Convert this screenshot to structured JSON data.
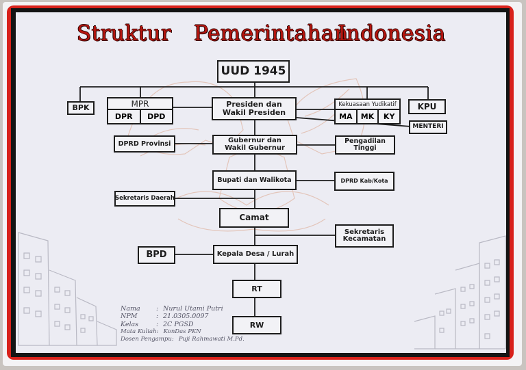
{
  "title": {
    "word1": "Struktur",
    "word2": "Pemerintahan",
    "word3": "Indonesia"
  },
  "nodes": {
    "uud": "UUD 1945",
    "bpk": "BPK",
    "mpr": "MPR",
    "dpr": "DPR",
    "dpd": "DPD",
    "presiden_line1": "Presiden dan",
    "presiden_line2": "Wakil Presiden",
    "kekuasaan": "Kekuasaan Yudikatif",
    "ma": "MA",
    "mk": "MK",
    "ky": "KY",
    "kpu": "KPU",
    "menteri": "MENTERI",
    "dprd_provinsi": "DPRD Provinsi",
    "gubernur_line1": "Gubernur dan",
    "gubernur_line2": "Wakil Gubernur",
    "pengadilan_line1": "Pengadilan",
    "pengadilan_line2": "Tinggi",
    "bupati": "Bupati dan Walikota",
    "dprd_kab": "DPRD Kab/Kota",
    "sekretaris_daerah": "Sekretaris Daerah",
    "camat": "Camat",
    "sekcam_line1": "Sekretaris",
    "sekcam_line2": "Kecamatan",
    "bpd": "BPD",
    "kepala_desa": "Kepala Desa / Lurah",
    "rt": "RT",
    "rw": "RW"
  },
  "author_info": [
    {
      "label": "Nama",
      "value": "Nurul Utami Putri"
    },
    {
      "label": "NPM",
      "value": "21.0305.0097"
    },
    {
      "label": "Kelas",
      "value": "2C PGSD"
    },
    {
      "label": "Mata Kuliah",
      "value": "KonDas PKN"
    },
    {
      "label": "Dosen Pengampu",
      "value": "Puji Rahmawati M.Pd."
    }
  ],
  "colors": {
    "title_red": "#b5150f",
    "frame_red": "#d8211b",
    "frame_black": "#141414",
    "ink": "#1c1c1c",
    "paper": "#ececf3"
  }
}
